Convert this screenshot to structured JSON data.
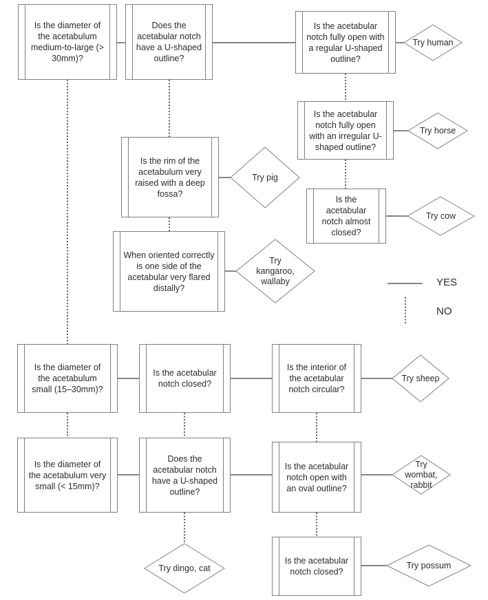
{
  "questions": {
    "q1": "Is the diameter of the acetabulum medium-to-large (> 30mm)?",
    "q2": "Does the acetabular notch have a U-shaped outline?",
    "q3": "Is the acetabular notch fully open with a regular U-shaped outline?",
    "q4": "Is the acetabular notch fully open with an irregular U-shaped outline?",
    "q5": "Is the rim of the acetabulum very raised with a deep fossa?",
    "q6": "Is the acetabular notch almost closed?",
    "q7": "When oriented correctly is one side of the acetabular very flared distally?",
    "q8": "Is the diameter of the acetabulum small (15–30mm)?",
    "q9": "Is the acetabular notch closed?",
    "q10": "Is the interior of the acetabular notch circular?",
    "q11": "Is the diameter of the acetabulum very small (< 15mm)?",
    "q12": "Does the acetabular notch have a U-shaped outline?",
    "q13": "Is the acetabular notch open with an oval outline?",
    "q14": "Is the acetabular notch closed?"
  },
  "outcomes": {
    "human": "Try human",
    "horse": "Try horse",
    "pig": "Try pig",
    "cow": "Try cow",
    "kangaroo": "Try kangaroo, wallaby",
    "sheep": "Try sheep",
    "wombat": "Try wombat, rabbit",
    "dingo": "Try dingo, cat",
    "possum": "Try possum"
  },
  "legend": {
    "yes": "YES",
    "no": "NO"
  }
}
